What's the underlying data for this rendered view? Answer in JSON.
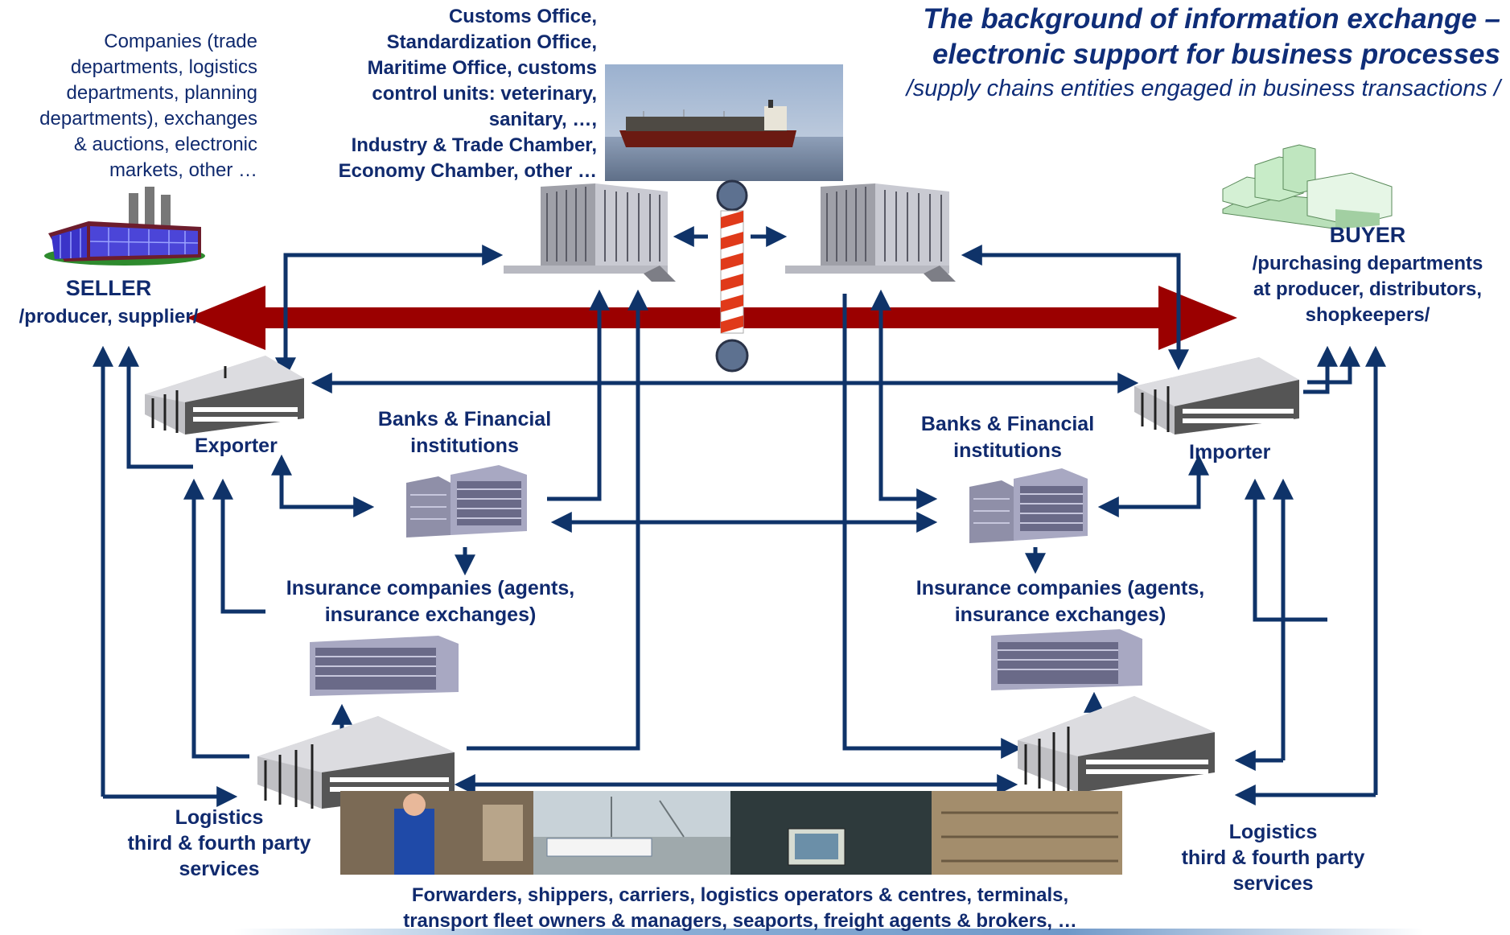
{
  "title": {
    "line1": "The background of information exchange –",
    "line2": "electronic support for business processes",
    "subtitle": "/supply chains entities engaged in business transactions /"
  },
  "nodes": {
    "companies_text": "Companies (trade\ndepartments, logistics\ndepartments, planning\ndepartments), exchanges\n& auctions, electronic\nmarkets, other …",
    "authorities_text": "Customs Office,\nStandardization Office,\nMaritime Office, customs\ncontrol units: veterinary,\nsanitary, …,\nIndustry & Trade Chamber,\nEconomy Chamber, other …",
    "seller_title": "SELLER",
    "seller_sub": "/producer, supplier/",
    "buyer_title": "BUYER",
    "buyer_sub": "/purchasing departments\nat producer, distributors,\nshopkeepers/",
    "exporter": "Exporter",
    "importer": "Importer",
    "banks_left": "Banks & Financial\ninstitutions",
    "banks_right": "Banks & Financial\ninstitutions",
    "insurance_left": "Insurance companies (agents,\ninsurance exchanges)",
    "insurance_right": "Insurance companies (agents,\ninsurance exchanges)",
    "logistics_left": "Logistics\nthird & fourth party\nservices",
    "logistics_right": "Logistics\nthird & fourth party\nservices",
    "forwarders": "Forwarders, shippers, carriers, logistics operators & centres, terminals,\ntransport fleet owners & managers, seaports, freight agents & brokers, …"
  },
  "colors": {
    "text": "#102a6e",
    "arrow": "#0f3369",
    "main_arrow": "#9b0000"
  },
  "icons": [
    "factory-icon",
    "ship-photo",
    "government-building-icon",
    "barrier-pole-icon",
    "buyer-building-icon",
    "warehouse-icon",
    "bank-building-icon",
    "insurance-building-icon",
    "logistics-photos"
  ]
}
